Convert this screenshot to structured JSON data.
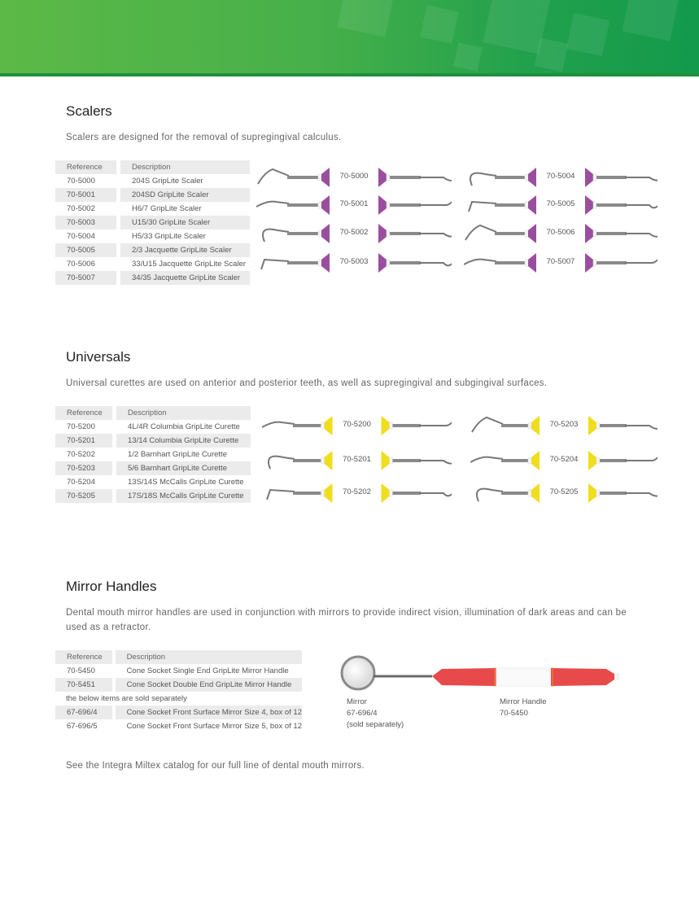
{
  "colors": {
    "banner": "#47b04a",
    "scaler_grip": "#9a4f9e",
    "universal_grip": "#f0dd1e",
    "mirror_handle": "#e84b4b"
  },
  "scalers": {
    "title": "Scalers",
    "intro": "Scalers are designed for the removal of supregingival calculus.",
    "headers": [
      "Reference",
      "Description"
    ],
    "rows": [
      [
        "70-5000",
        "204S GripLite Scaler"
      ],
      [
        "70-5001",
        "204SD GripLite Scaler"
      ],
      [
        "70-5002",
        "H6/7 GripLite Scaler"
      ],
      [
        "70-5003",
        "U15/30 GripLite Scaler"
      ],
      [
        "70-5004",
        "H5/33 GripLite Scaler"
      ],
      [
        "70-5005",
        "2/3 Jacquette GripLite Scaler"
      ],
      [
        "70-5006",
        "33/U15 Jacquette GripLite Scaler"
      ],
      [
        "70-5007",
        "34/35 Jacquette GripLite Scaler"
      ]
    ],
    "instrument_labels": [
      "70-5000",
      "70-5001",
      "70-5002",
      "70-5003",
      "70-5004",
      "70-5005",
      "70-5006",
      "70-5007"
    ]
  },
  "universals": {
    "title": "Universals",
    "intro": "Universal curettes are used on anterior and posterior teeth, as well as supregingival and subgingival surfaces.",
    "headers": [
      "Reference",
      "Description"
    ],
    "rows": [
      [
        "70-5200",
        "4L/4R Columbia GripLite Curette"
      ],
      [
        "70-5201",
        "13/14 Columbia GripLite Curette"
      ],
      [
        "70-5202",
        "1/2 Barnhart GripLite Curette"
      ],
      [
        "70-5203",
        "5/6 Barnhart GripLite Curette"
      ],
      [
        "70-5204",
        "13S/14S McCalls GripLite Curette"
      ],
      [
        "70-5205",
        "17S/18S McCalls GripLite Curette"
      ]
    ],
    "instrument_labels": [
      "70-5200",
      "70-5201",
      "70-5202",
      "70-5203",
      "70-5204",
      "70-5205"
    ]
  },
  "mirrors": {
    "title": "Mirror Handles",
    "intro": "Dental mouth mirror handles are used in conjunction with mirrors to provide indirect vision, illumination of dark areas and can be used as a retractor.",
    "headers": [
      "Reference",
      "Description"
    ],
    "rows": [
      [
        "70-5450",
        "Cone Socket Single End GripLite Mirror Handle"
      ],
      [
        "70-5451",
        "Cone Socket Double End GripLite Mirror Handle"
      ]
    ],
    "note": "the below items are sold separately",
    "rows_separate": [
      [
        "67-696/4",
        "Cone Socket Front Surface Mirror Size 4, box of 12"
      ],
      [
        "67-696/5",
        "Cone Socket Front Surface Mirror Size 5, box of 12"
      ]
    ],
    "mirror_caption": [
      "Mirror",
      "67-696/4",
      "(sold separately)"
    ],
    "handle_caption": [
      "Mirror Handle",
      "70-5450"
    ]
  },
  "footer": "See the Integra Miltex catalog for our full line of dental mouth mirrors."
}
